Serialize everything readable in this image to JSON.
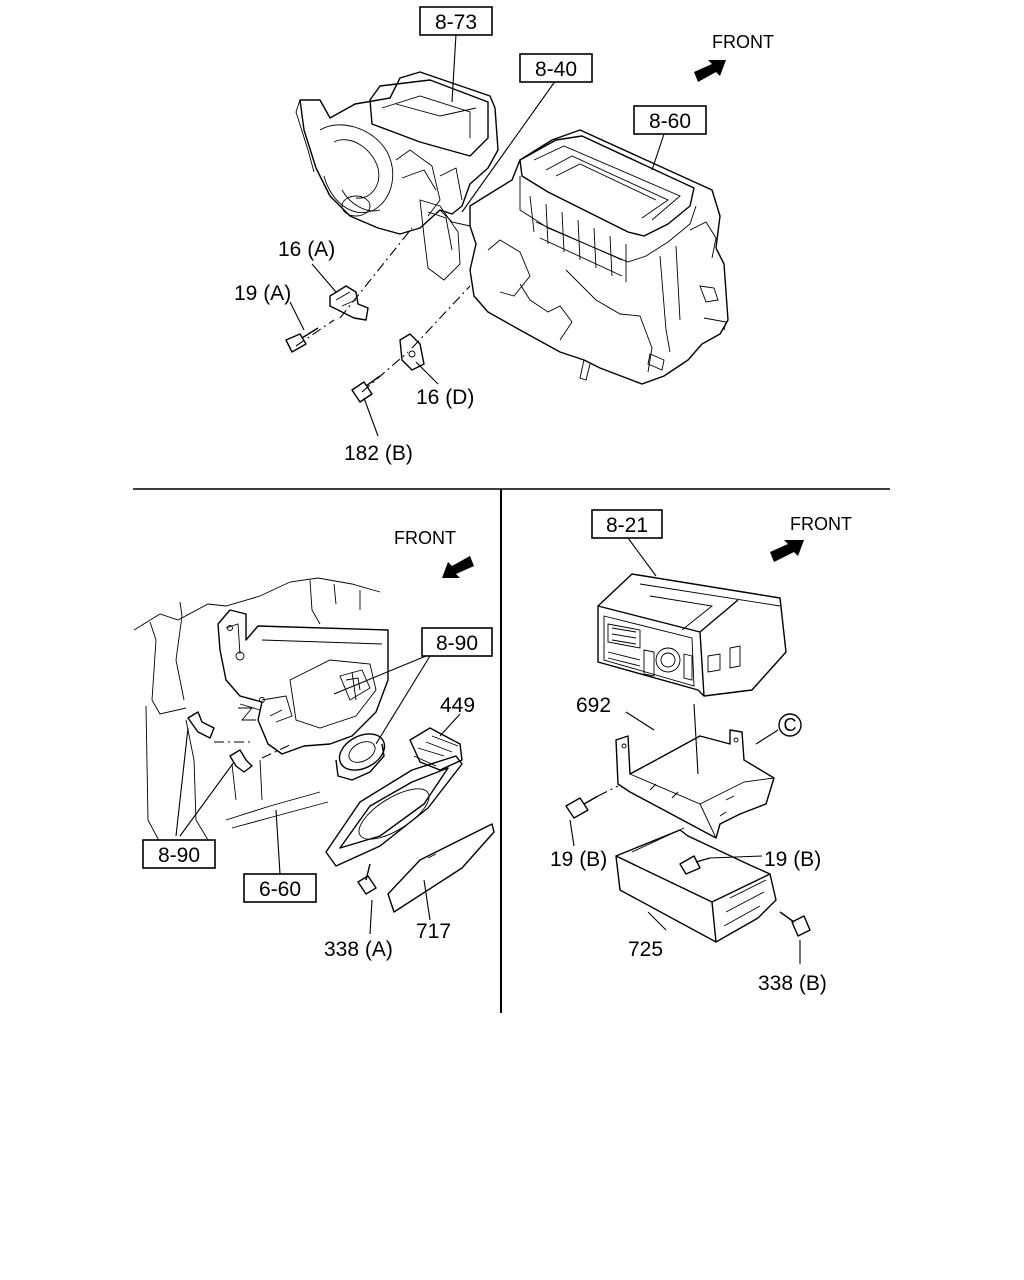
{
  "top": {
    "refs": [
      "8-73",
      "8-40",
      "8-60"
    ],
    "front_label": "FRONT",
    "parts": {
      "p16a": "16 (A)",
      "p19a": "19 (A)",
      "p16d": "16 (D)",
      "p182b": "182 (B)"
    }
  },
  "left": {
    "front_label": "FRONT",
    "refs": [
      "8-90",
      "8-90",
      "6-60"
    ],
    "parts": {
      "p449": "449",
      "p338a": "338 (A)",
      "p717": "717"
    }
  },
  "right": {
    "front_label": "FRONT",
    "refs": [
      "8-21"
    ],
    "circle_ref": "C",
    "parts": {
      "p692": "692",
      "p19b_left": "19 (B)",
      "p19b_right": "19 (B)",
      "p725": "725",
      "p338b": "338 (B)"
    }
  }
}
